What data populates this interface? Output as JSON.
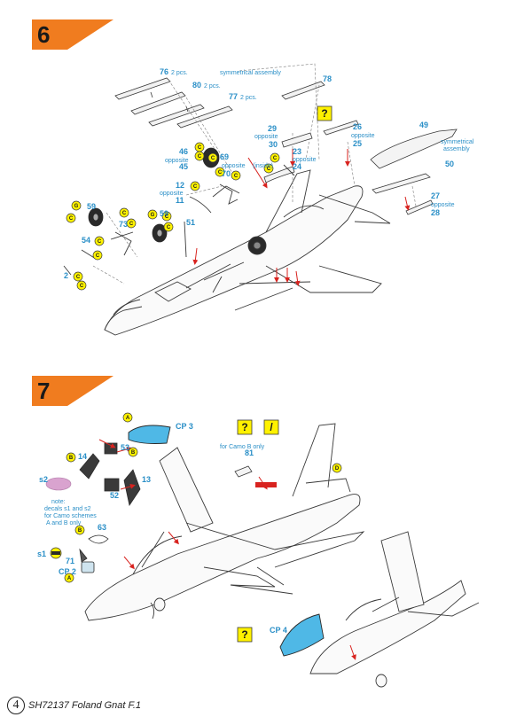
{
  "steps": {
    "s6": "6",
    "s7": "7"
  },
  "colors": {
    "accent": "#f07c1f",
    "part_number": "#2a8fc7",
    "line_art": "#3a3a3a",
    "marker_fill": "#fff200",
    "arrow_red": "#d8231f",
    "canopy_blue": "#4fb8e6",
    "decal_pink": "#d9a3cf"
  },
  "step6": {
    "part_76": "76",
    "qty_76": "2 pcs.",
    "part_80": "80",
    "qty_80": "2 pcs.",
    "part_77": "77",
    "qty_77": "2 pcs.",
    "symmetrical_assembly": "symmetrical assembly",
    "part_78": "78",
    "part_29": "29",
    "opposite_29": "opposite",
    "part_30": "30",
    "part_26": "26",
    "opposite_26": "opposite",
    "part_25": "25",
    "part_49": "49",
    "sym_assembly_1": "symmetrical",
    "sym_assembly_2": "assembly",
    "part_50": "50",
    "part_46": "46",
    "opposite_46": "opposite",
    "part_45": "45",
    "part_69": "69",
    "opposite_69": "opposite",
    "part_70": "70",
    "part_23": "23",
    "inside": "(inside)",
    "opposite_23": "opposite",
    "part_24": "24",
    "part_12": "12",
    "opposite_12": "opposite",
    "part_11": "11",
    "part_51": "51",
    "part_27": "27",
    "opposite_27": "opposite",
    "part_28": "28",
    "part_59a": "59",
    "part_73": "73",
    "part_59b": "59",
    "part_54": "54",
    "part_2": "2",
    "letter_C": "C",
    "letter_G": "G",
    "question": "?"
  },
  "step7": {
    "part_cp3": "CP 3",
    "part_53": "53",
    "part_14": "14",
    "part_13": "13",
    "part_52": "52",
    "decal_s2": "s2",
    "note_1": "note:",
    "note_2": "decals s1 and s2",
    "note_3": "for Camo schemes",
    "note_4": "A and B only",
    "part_63": "63",
    "decal_s1": "s1",
    "part_71": "71",
    "part_cp2": "CP 2",
    "camo_label_1": "for Camo B only",
    "part_81": "81",
    "part_cp4": "CP 4",
    "letter_A": "A",
    "letter_B": "B",
    "letter_D": "D",
    "question": "?",
    "slash": "/"
  },
  "footer": {
    "page_number": "4",
    "kit_title": "SH72137 Foland Gnat F.1"
  }
}
